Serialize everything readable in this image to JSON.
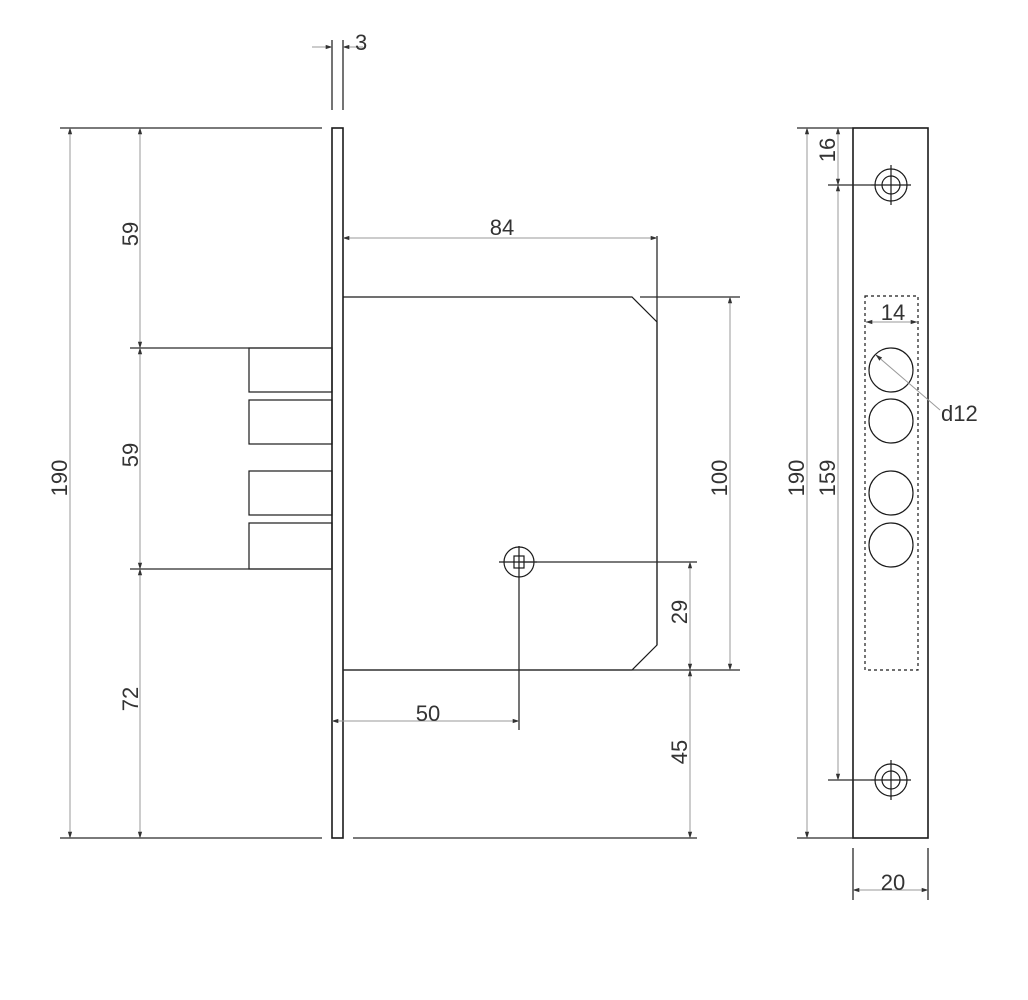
{
  "dimensions": {
    "plate_thickness": "3",
    "height_total": "190",
    "top_offset": "59",
    "bolt_span": "59",
    "bottom_offset": "72",
    "case_depth": "84",
    "case_height": "100",
    "cylinder_height": "29",
    "cylinder_backset": "50",
    "bottom_case_gap": "45",
    "strike_height": "190",
    "screw_spacing": "159",
    "screw_top": "16",
    "bolt_hole_width": "14",
    "bolt_hole_diameter": "d12",
    "strike_width": "20"
  }
}
